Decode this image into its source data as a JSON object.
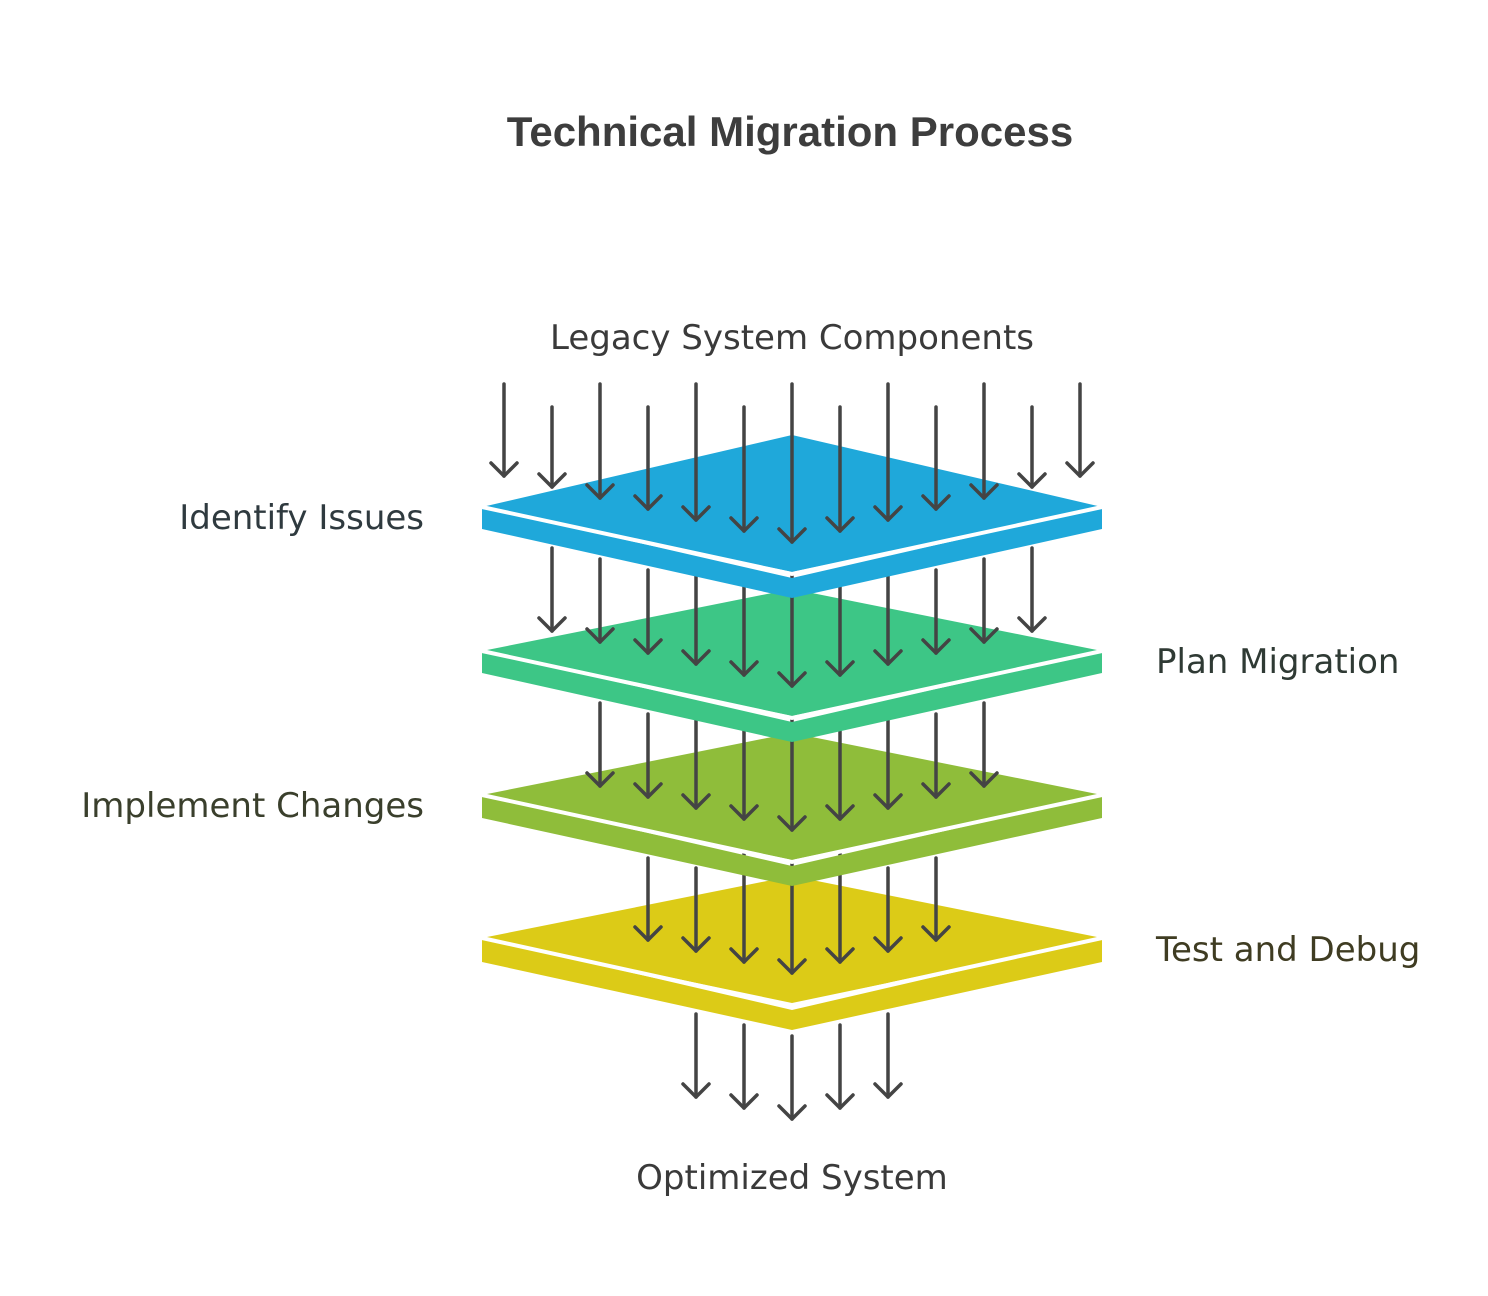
{
  "title": "Technical Migration Process",
  "input_label": "Legacy System Components",
  "output_label": "Optimized System",
  "layers": [
    {
      "label": "Identify Issues",
      "top_color": "#1fa8da",
      "side_color": "#1fa8da",
      "label_color": "#2f3a3f"
    },
    {
      "label": "Plan Migration",
      "top_color": "#3dc686",
      "side_color": "#3dc686",
      "label_color": "#2f3a34"
    },
    {
      "label": "Implement Changes",
      "top_color": "#8fbd3a",
      "side_color": "#8fbd3a",
      "label_color": "#3a3f2c"
    },
    {
      "label": "Test and Debug",
      "top_color": "#dccb17",
      "side_color": "#dccb17",
      "label_color": "#3f3c22"
    }
  ]
}
